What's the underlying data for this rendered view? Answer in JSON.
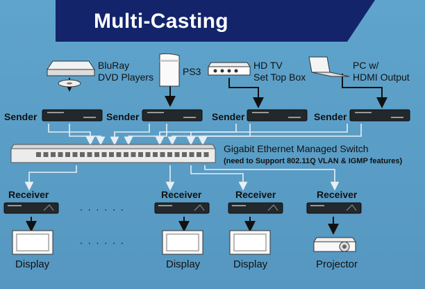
{
  "banner": {
    "title": "Multi-Casting",
    "color": "#13246b"
  },
  "sources": [
    {
      "id": "bluray",
      "label_line1": "BluRay",
      "label_line2": "DVD Players",
      "icon": "bluray-player-icon"
    },
    {
      "id": "ps3",
      "label_line1": "PS3",
      "label_line2": "",
      "icon": "ps3-console-icon"
    },
    {
      "id": "hdtv",
      "label_line1": "HD TV",
      "label_line2": "Set Top Box",
      "icon": "set-top-box-icon"
    },
    {
      "id": "pc",
      "label_line1": "PC w/",
      "label_line2": "HDMI Output",
      "icon": "laptop-icon"
    }
  ],
  "senders": [
    "Sender",
    "Sender",
    "Sender",
    "Sender"
  ],
  "switch": {
    "line1": "Gigabit Ethernet Managed Switch",
    "line2": "(need to Support 802.11Q VLAN & IGMP features)"
  },
  "receivers": [
    "Receiver",
    "Receiver",
    "Receiver",
    "Receiver"
  ],
  "outputs": [
    {
      "label": "Display",
      "icon": "display-icon"
    },
    {
      "label": "Display",
      "icon": "display-icon"
    },
    {
      "label": "Display",
      "icon": "display-icon"
    },
    {
      "label": "Projector",
      "icon": "projector-icon"
    }
  ],
  "ellipsis": ". . . . . .",
  "colors": {
    "background": "#5b9ec6",
    "wire": "#e8eef4",
    "device": "#202428",
    "arrow": "#111111"
  }
}
